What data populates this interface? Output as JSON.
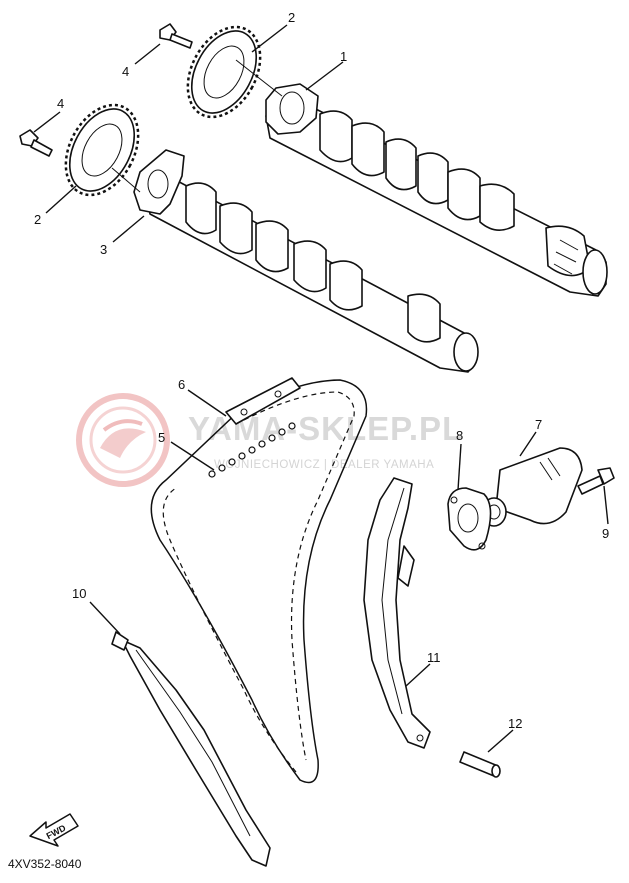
{
  "diagram": {
    "code": "4XV352-8040",
    "fwd_label": "FWD",
    "watermark": {
      "name": "YAMA-SKLEP.PL",
      "subtitle": "WOJNIECHOWICZ | DEALER YAMAHA",
      "brand_color": "#e04040"
    },
    "callouts": [
      {
        "id": "c1",
        "label": "1"
      },
      {
        "id": "c2a",
        "label": "2"
      },
      {
        "id": "c2b",
        "label": "2"
      },
      {
        "id": "c3",
        "label": "3"
      },
      {
        "id": "c4a",
        "label": "4"
      },
      {
        "id": "c4b",
        "label": "4"
      },
      {
        "id": "c5",
        "label": "5"
      },
      {
        "id": "c6",
        "label": "6"
      },
      {
        "id": "c7",
        "label": "7"
      },
      {
        "id": "c8",
        "label": "8"
      },
      {
        "id": "c9",
        "label": "9"
      },
      {
        "id": "c10",
        "label": "10"
      },
      {
        "id": "c11",
        "label": "11"
      },
      {
        "id": "c12",
        "label": "12"
      }
    ]
  }
}
